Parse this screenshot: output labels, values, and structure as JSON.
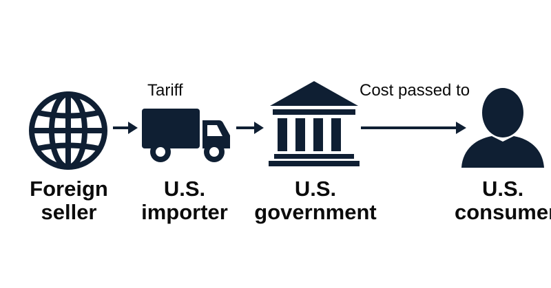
{
  "colors": {
    "icon": "#0f1f33",
    "text": "#0b0b0b",
    "background": "#ffffff"
  },
  "nodes": [
    {
      "id": "foreign-seller",
      "icon": "globe-icon",
      "label_line1": "Foreign",
      "label_line2": "seller"
    },
    {
      "id": "us-importer",
      "icon": "truck-icon",
      "label_line1": "U.S.",
      "label_line2": "importer"
    },
    {
      "id": "us-government",
      "icon": "government-building-icon",
      "label_line1": "U.S.",
      "label_line2": "government"
    },
    {
      "id": "us-consumer",
      "icon": "person-icon",
      "label_line1": "U.S.",
      "label_line2": "consumer"
    }
  ],
  "annotations": {
    "tariff": "Tariff",
    "cost_passed": "Cost passed to"
  }
}
